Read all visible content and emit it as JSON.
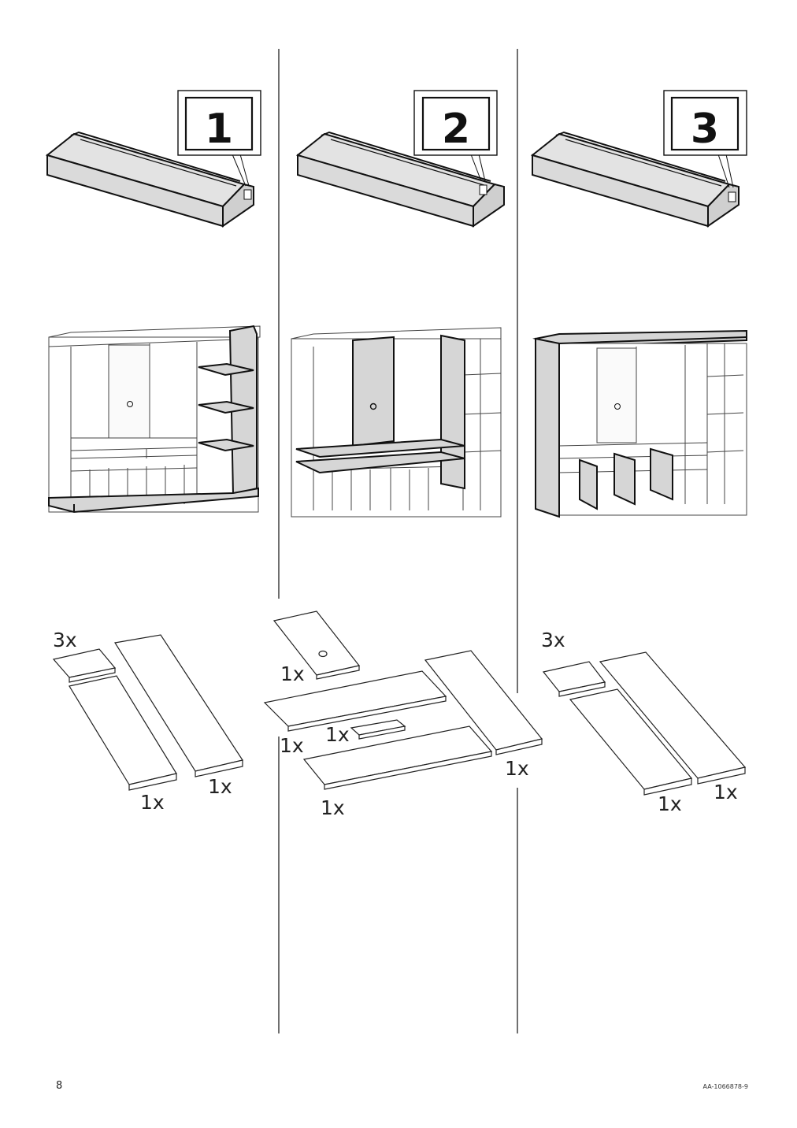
{
  "page": {
    "number": "8",
    "doc_id": "AA-1066878-9"
  },
  "packages": [
    {
      "number": "1",
      "label_tag": "1"
    },
    {
      "number": "2",
      "label_tag": "2"
    },
    {
      "number": "3",
      "label_tag": "3"
    }
  ],
  "parts": {
    "col1": {
      "small_panels": "3x",
      "long_panel": "1x",
      "longer_panel": "1x"
    },
    "col2": {
      "top_panel": "1x",
      "shelf_panel": "1x",
      "small_piece": "1x",
      "bottom_panel": "1x",
      "side_panel": "1x"
    },
    "col3": {
      "small_panels": "3x",
      "long_panel": "1x",
      "longer_panel": "1x"
    }
  },
  "icons": [
    "package-box-icon",
    "shelving-unit-diagram",
    "panel-part-icon"
  ]
}
